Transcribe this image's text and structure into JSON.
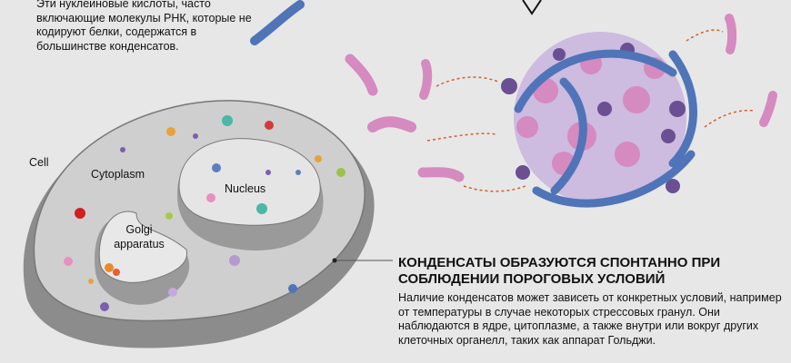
{
  "intro_text": "Эти нуклеиновые кислоты, часто включающие молекулы РНК, которые не кодируют белки, содержатся в большинстве конденсатов.",
  "labels": {
    "cell": "Cell",
    "cytoplasm": "Cytoplasm",
    "nucleus": "Nucleus",
    "golgi": "Golgi apparatus"
  },
  "heading": "КОНДЕНСАТЫ ОБРАЗУЮТСЯ СПОНТАННО ПРИ СОБЛЮДЕНИИ ПОРОГОВЫХ УСЛОВИЙ",
  "body_text": "Наличие конденсатов может зависеть от конкретных условий, например от температуры в случае некоторых стрессовых гранул. Они наблюдаются в ядре, цитоплазме, а также внутри или вокруг других клеточных органелл, таких как аппарат Гольджи.",
  "colors": {
    "rna": "#4f74b8",
    "protein": "#d58ac0",
    "purple": "#6a4f93",
    "arrow": "#d2602a"
  }
}
